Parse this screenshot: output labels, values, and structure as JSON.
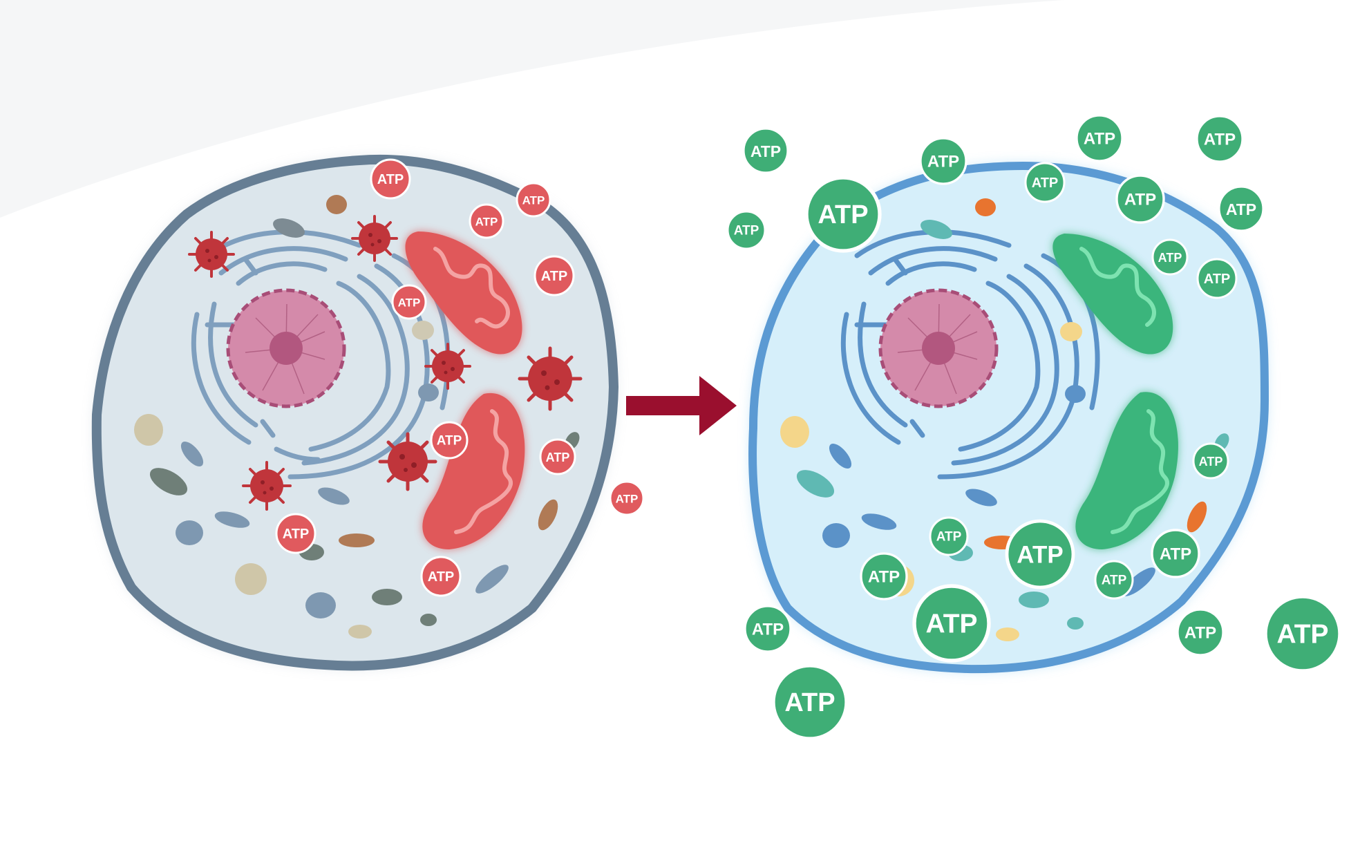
{
  "badge_label": "ATP",
  "colors": {
    "unhealthy_badge": "#e05a5e",
    "healthy_badge": "#3fae76",
    "arrow": "#9a0f2e",
    "unhealthy_membrane": "#667e94",
    "unhealthy_cytoplasm": "#dce6ec",
    "healthy_membrane": "#5b9ad3",
    "healthy_cytoplasm": "#d6effa",
    "unhealthy_mitochondria": "#e0585a",
    "healthy_mitochondria": "#3bb57c",
    "nucleus": "#d48aaa",
    "virus": "#c0353b"
  },
  "scene": {
    "left_cell": "unhealthy-cell",
    "right_cell": "healthy-cell",
    "transition": "arrow-right-icon",
    "pathogen_icon": "virus-icon"
  }
}
